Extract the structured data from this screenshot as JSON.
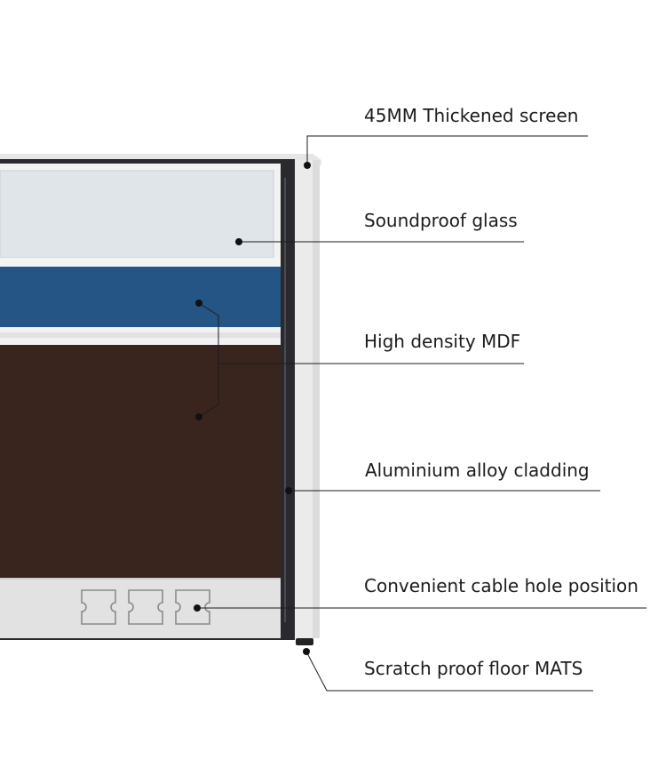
{
  "colors": {
    "glass": "#dfe5e8",
    "mdf_blue": "#255584",
    "mdf_brown": "#39251e",
    "aluminium": "#e8e8e8",
    "frame_dark": "#2a2a2e",
    "leader_line": "#1c1c1c"
  },
  "callouts": [
    {
      "id": "thickened-screen",
      "text": "45MM Thickened screen"
    },
    {
      "id": "soundproof-glass",
      "text": "Soundproof glass"
    },
    {
      "id": "high-density-mdf",
      "text": "High density MDF"
    },
    {
      "id": "aluminium-cladding",
      "text": "Aluminium alloy cladding"
    },
    {
      "id": "cable-hole",
      "text": "Convenient cable hole position"
    },
    {
      "id": "floor-mats",
      "text": "Scratch proof floor MATS"
    }
  ]
}
